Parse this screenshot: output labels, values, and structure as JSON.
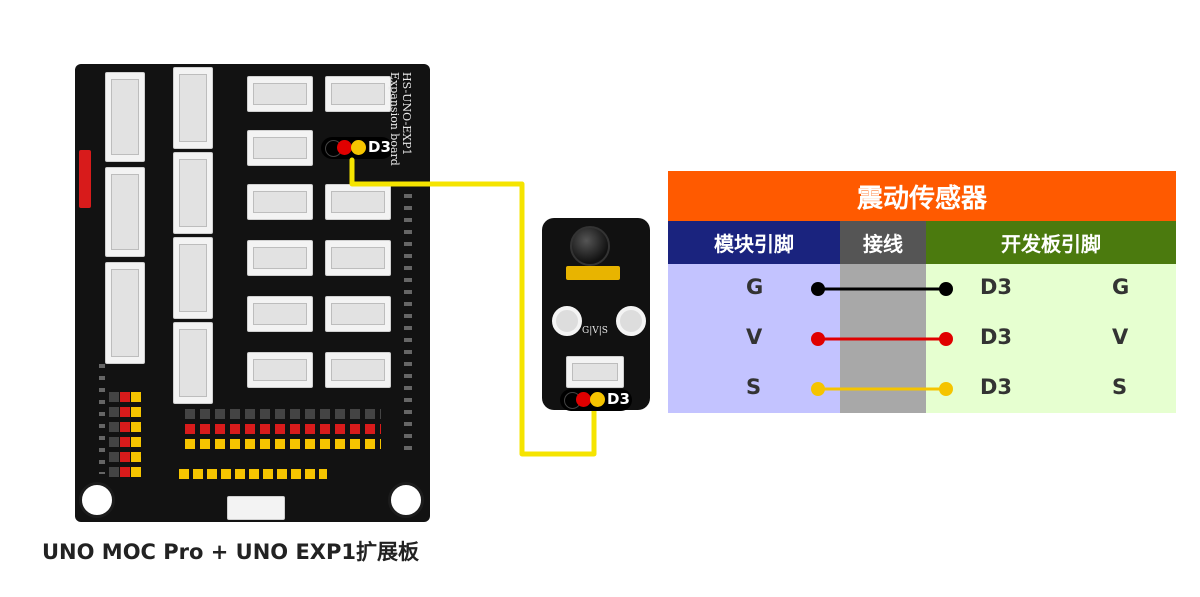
{
  "board": {
    "model_label": "HS-UNO-EXP1",
    "subtitle_label": "Expansion board",
    "port_tag": "D3",
    "caption": "UNO MOC Pro + UNO EXP1扩展板"
  },
  "module": {
    "port_tag": "D3",
    "pin_label": "G|V|S"
  },
  "table": {
    "title": "震动传感器",
    "col_module": "模块引脚",
    "col_wire": "接线",
    "col_board": "开发板引脚",
    "rows": [
      {
        "module_pin": "G",
        "wire_color": "#000000",
        "board_port": "D3",
        "board_pin": "G"
      },
      {
        "module_pin": "V",
        "wire_color": "#e00000",
        "board_port": "D3",
        "board_pin": "V"
      },
      {
        "module_pin": "S",
        "wire_color": "#f5c400",
        "board_port": "D3",
        "board_pin": "S"
      }
    ],
    "colors": {
      "title_bg": "#ff5a00",
      "module_header_bg": "#1a237e",
      "wire_header_bg": "#555555",
      "board_header_bg": "#4b7a0e",
      "module_body_bg": "#c3c3ff",
      "wire_body_bg": "#a8a8a8",
      "board_body_bg": "#e6ffd0"
    }
  }
}
